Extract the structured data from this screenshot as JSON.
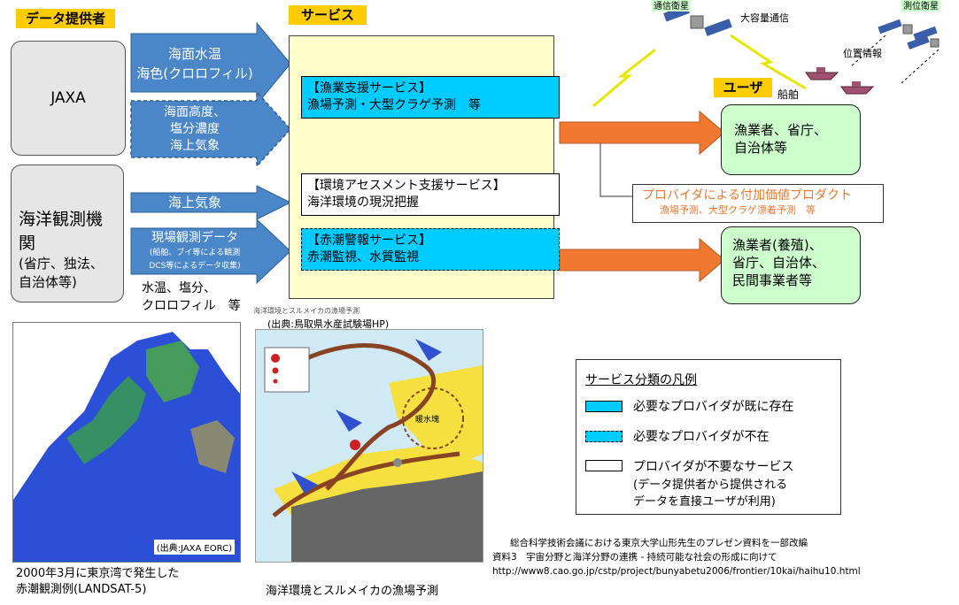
{
  "labels": {
    "data_provider": "データ提供者",
    "service": "サービス",
    "user": "ユーザ"
  },
  "providers": {
    "jaxa": "JAXA",
    "ocean_org_title": "海洋観測機関",
    "ocean_org_sub1": "(省庁、独法、",
    "ocean_org_sub2": "自治体等)"
  },
  "arrows": {
    "a1_l1": "海面水温",
    "a1_l2": "海色(クロロフィル)",
    "a2_l1": "海面高度、",
    "a2_l2": "塩分濃度",
    "a2_l3": "海上気象",
    "a3": "海上気象",
    "a4_l1": "現場観測データ",
    "a4_l2": "(船舶、ブイ等による観測",
    "a4_l3": "DCS等によるデータ収集)",
    "below_l1": "水温、塩分、",
    "below_l2": "クロロフィル　等"
  },
  "services": {
    "s1_title": "【漁業支援サービス】",
    "s1_body": "漁場予測・大型クラゲ予測　等",
    "s2_title": "【環境アセスメント支援サービス】",
    "s2_body": "海洋環境の現況把握",
    "s3_title": "【赤潮警報サービス】",
    "s3_body": "赤潮監視、水質監視"
  },
  "satellites": {
    "comm_sat": "通信衛星",
    "large_comm": "大容量通信",
    "pos_sat": "測位衛星",
    "pos_info": "位置情報",
    "ship": "船舶"
  },
  "users": {
    "u1_l1": "漁業者、省庁、",
    "u1_l2": "自治体等",
    "u2_l1": "漁業者(養殖)、",
    "u2_l2": "省庁、自治体、",
    "u2_l3": "民間事業者等"
  },
  "value_added": {
    "title": "プロバイダによる付加価値プロダクト",
    "sub": "漁場予測、大型クラゲ漂着予測　等"
  },
  "legend": {
    "title": "サービス分類の凡例",
    "row1": "必要なプロバイダが既に存在",
    "row2": "必要なプロバイダが不在",
    "row3": "プロバイダが不要なサービス",
    "row3_sub1": "(データ提供者から提供される",
    "row3_sub2": "データを直接ユーザが利用)"
  },
  "images": {
    "left_source": "(出典:JAXA EORC)",
    "left_cap1": "2000年3月に東京湾で発生した",
    "left_cap2": "赤潮観測例(LANDSAT-5)",
    "mid_header": "海洋環境とスルメイカの漁場予測",
    "mid_source": "(出典:鳥取県水産試験場HP)",
    "mid_cap": "海洋環境とスルメイカの漁場予測",
    "mid_label": "暖水塊"
  },
  "references": {
    "r1": "総合科学技術会議における東京大学山形先生のプレゼン資料を一部改編",
    "r2": "資料3　宇宙分野と海洋分野の連携 - 持続可能な社会の形成に向けて",
    "r3": "http://www8.cao.go.jp/cstp/project/bunyabetu2006/frontier/10kai/haihu10.html"
  },
  "colors": {
    "tag": "#ffcc00",
    "service_panel": "#ffffcc",
    "arrow_blue": "#4a86c8",
    "orange": "#f07830",
    "cyan": "#00ccff",
    "user_green": "#ccffcc"
  }
}
